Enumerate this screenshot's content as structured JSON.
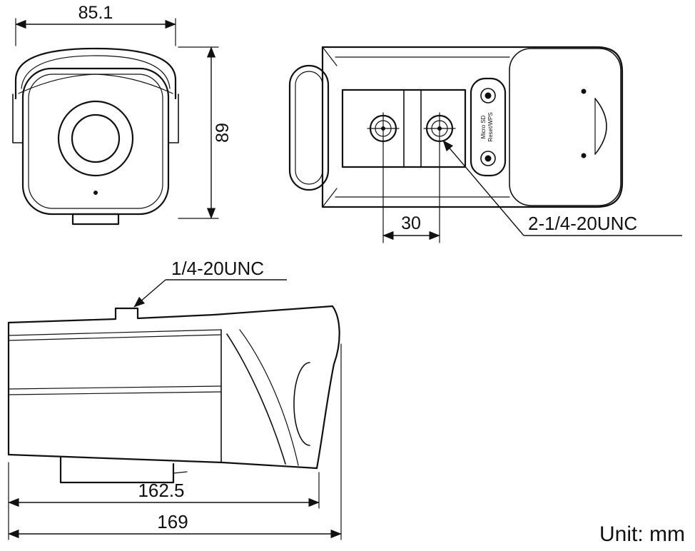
{
  "unit_label": "Unit: mm",
  "dimensions": {
    "front_width": "85.1",
    "front_height": "89",
    "screw_spacing": "30",
    "body_length": "162.5",
    "overall_length": "169"
  },
  "labels": {
    "top_thread": "1/4-20UNC",
    "bottom_thread": "2-1/4-20UNC",
    "micro_sd": "Micro SD",
    "reset_wps": "Reset/WPS"
  }
}
